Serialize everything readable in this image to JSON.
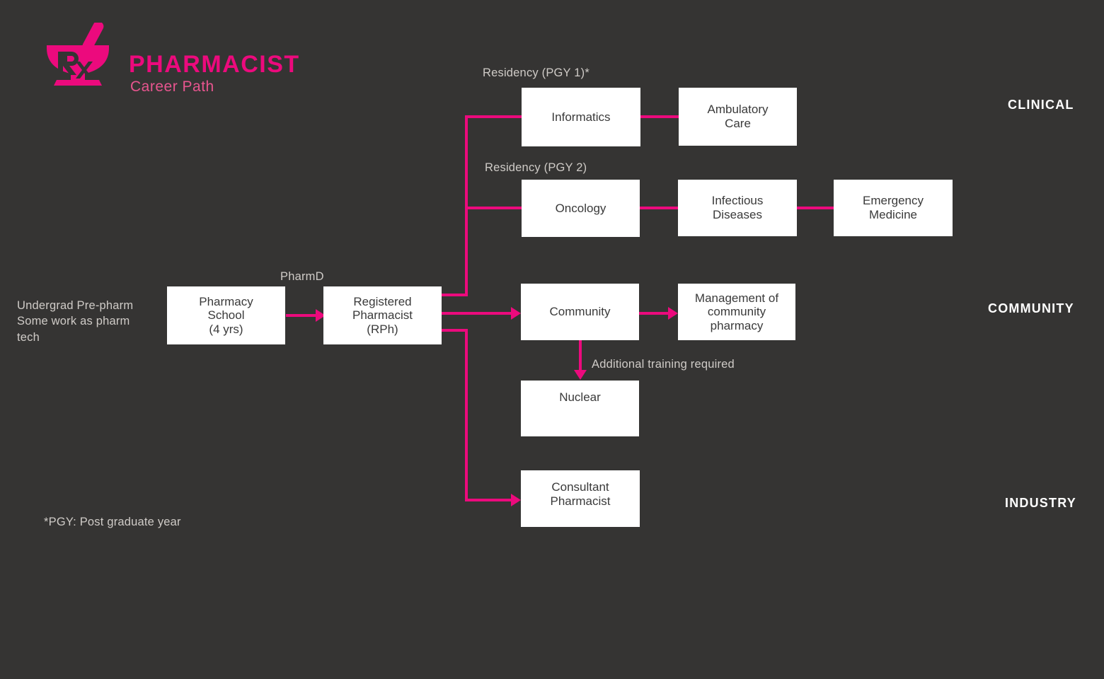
{
  "brand": {
    "title": "PHARMACIST",
    "subtitle": "Career Path",
    "logo_icon": "mortar-and-pestle-rx-icon",
    "accent_color": "#ec0a7d",
    "background_color": "#353433"
  },
  "diagram": {
    "type": "flowchart",
    "entry_note": "Undergrad Pre-pharm\nSome work as pharm\ntech",
    "footnote": "*PGY: Post graduate year",
    "edge_labels": {
      "pharmd": "PharmD",
      "residency_pgy1": "Residency (PGY 1)*",
      "residency_pgy2": "Residency (PGY 2)",
      "additional_training": "Additional training required"
    },
    "categories": [
      {
        "label": "CLINICAL"
      },
      {
        "label": "COMMUNITY"
      },
      {
        "label": "INDUSTRY"
      }
    ],
    "nodes": [
      {
        "id": "pharmacy-school",
        "label": "Pharmacy\nSchool\n(4 yrs)"
      },
      {
        "id": "registered-pharmacist",
        "label": "Registered\nPharmacist\n(RPh)"
      },
      {
        "id": "informatics",
        "label": "Informatics"
      },
      {
        "id": "ambulatory-care",
        "label": "Ambulatory\nCare"
      },
      {
        "id": "oncology",
        "label": "Oncology"
      },
      {
        "id": "infectious-diseases",
        "label": "Infectious\nDiseases"
      },
      {
        "id": "emergency-medicine",
        "label": "Emergency\nMedicine"
      },
      {
        "id": "community",
        "label": "Community"
      },
      {
        "id": "management-of-community-pharmacy",
        "label": "Management of\ncommunity\npharmacy"
      },
      {
        "id": "nuclear",
        "label": "Nuclear"
      },
      {
        "id": "consultant-pharmacist",
        "label": "Consultant\nPharmacist"
      }
    ]
  }
}
